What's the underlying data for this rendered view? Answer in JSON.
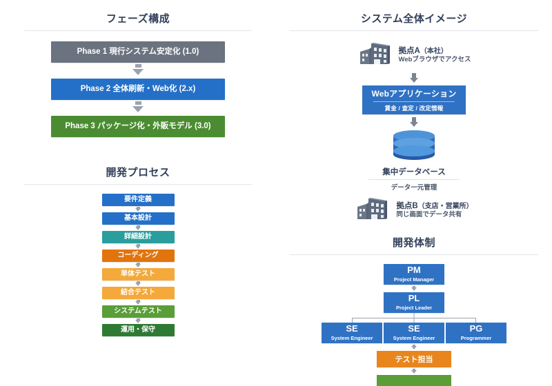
{
  "sections": {
    "phase": {
      "title": "フェーズ構成",
      "items": [
        {
          "label": "Phase 1  現行システム安定化 (1.0)",
          "color": "#6b7380"
        },
        {
          "label": "Phase 2  全体刷新・Web化 (2.x)",
          "color": "#2470c8"
        },
        {
          "label": "Phase 3  パッケージ化・外販モデル (3.0)",
          "color": "#4b8c32"
        }
      ]
    },
    "process": {
      "title": "開発プロセス",
      "items": [
        {
          "label": "要件定義",
          "color": "#2470c8"
        },
        {
          "label": "基本設計",
          "color": "#2470c8"
        },
        {
          "label": "詳細設計",
          "color": "#2a9d9d"
        },
        {
          "label": "コーディング",
          "color": "#e2740d"
        },
        {
          "label": "単体テスト",
          "color": "#f4a93a"
        },
        {
          "label": "結合テスト",
          "color": "#f4a93a"
        },
        {
          "label": "システムテスト",
          "color": "#5a9e37"
        },
        {
          "label": "運用・保守",
          "color": "#2f7a33"
        }
      ]
    },
    "system": {
      "title": "システム全体イメージ",
      "site_a": {
        "icon": "office-building-icon",
        "title_main": "拠点A",
        "title_paren": "（本社）",
        "desc": "Webブラウザでアクセス"
      },
      "webapp": {
        "title": "Webアプリケーション",
        "subtitle": "賃金 / 査定 / 改定情報"
      },
      "database": {
        "icon": "database-cylinder-icon",
        "caption": "集中データベース",
        "subcaption": "データ一元管理"
      },
      "site_b": {
        "icon": "office-building-icon",
        "title_main": "拠点B",
        "title_paren": "（支店・営業所）",
        "desc": "同じ画面でデータ共有"
      }
    },
    "org": {
      "title": "開発体制",
      "pm": {
        "role": "PM",
        "sub": "Project Manager"
      },
      "pl": {
        "role": "PL",
        "sub": "Project Leader"
      },
      "leaves": [
        {
          "role": "SE",
          "sub": "System Engineer"
        },
        {
          "role": "SE",
          "sub": "System Engineer"
        },
        {
          "role": "PG",
          "sub": "Programmer"
        }
      ],
      "test": {
        "label": "テスト担当"
      },
      "extra": {
        "label": ""
      }
    }
  },
  "colors": {
    "blue": "#2470c8",
    "teal": "#2a9d9d",
    "orange": "#e2740d",
    "amber": "#f4a93a",
    "green": "#5a9e37",
    "dark_green": "#2f7a33",
    "gray": "#6b7380",
    "heading": "#31405a"
  }
}
